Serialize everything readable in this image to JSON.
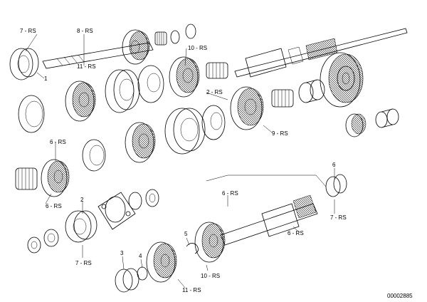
{
  "diagram": {
    "labels": {
      "l_7rs_top": "7 - RS",
      "l_1_top": "1",
      "l_8rs_top": "8 - RS",
      "l_11rs_top": "11 - RS",
      "l_10rs_top": "10 - RS",
      "l_2rs": "2 - RS",
      "l_9rs": "9 - RS",
      "l_6rs_left": "6 - RS",
      "l_6rs_left2": "6 - RS",
      "l_2": "2",
      "l_6rs_mid": "6 - RS",
      "l_6_right": "6",
      "l_7rs_right": "7 - RS",
      "l_6rs_low": "6 - RS",
      "l_5": "5",
      "l_3": "3",
      "l_4": "4",
      "l_7rs_low": "7 - RS",
      "l_10rs_low": "10 - RS",
      "l_11rs_low": "11 - RS"
    },
    "code": "00002885"
  }
}
